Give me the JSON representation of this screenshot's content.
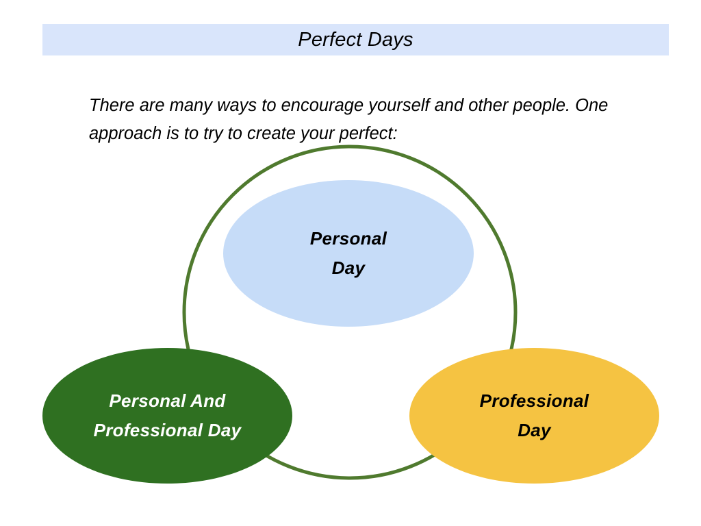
{
  "slide": {
    "title": "Perfect Days",
    "body": "There are many ways to encourage yourself and other people. One approach is to try to create your perfect:",
    "colors": {
      "title_banner_bg": "#d9e5fb",
      "connector_stroke": "#4f7a2e",
      "personal_day_fill": "#c6dcf8",
      "personal_and_professional_day_fill": "#2f7021",
      "professional_day_fill": "#f5c342",
      "background": "#ffffff"
    }
  },
  "diagram": {
    "type": "cycle",
    "nodes": [
      {
        "id": "personal",
        "label": "Personal\nDay",
        "line1": "Personal",
        "line2": "Day",
        "fill": "#c6dcf8",
        "text_color": "#000000",
        "position": "top"
      },
      {
        "id": "personal-and-professional",
        "label": "Personal And\nProfessional Day",
        "line1": "Personal And",
        "line2": "Professional Day",
        "fill": "#2f7021",
        "text_color": "#ffffff",
        "position": "bottom-left"
      },
      {
        "id": "professional",
        "label": "Professional\nDay",
        "line1": "Professional",
        "line2": "Day",
        "fill": "#f5c342",
        "text_color": "#000000",
        "position": "bottom-right"
      }
    ],
    "connector": {
      "shape": "circle-arc",
      "stroke": "#4f7a2e",
      "stroke_width": 5
    }
  }
}
